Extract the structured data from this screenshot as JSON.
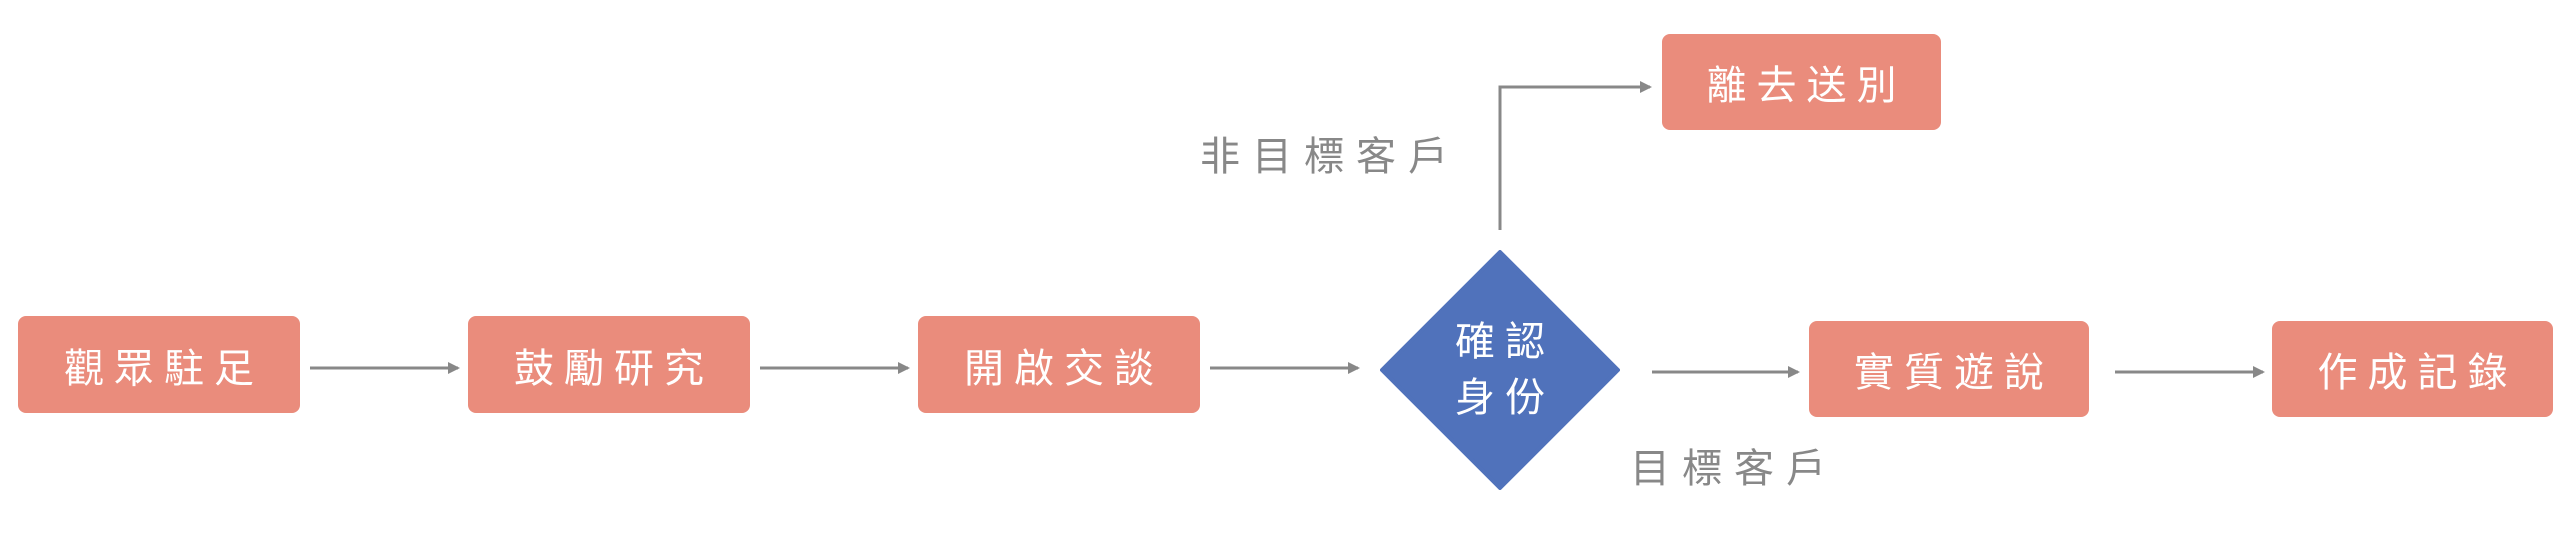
{
  "nodes": {
    "observe": "觀眾駐足",
    "encourage": "鼓勵研究",
    "start_talk": "開啟交談",
    "confirm_line1": "確認",
    "confirm_line2": "身份",
    "farewell": "離去送別",
    "pitch": "實質遊說",
    "record": "作成記錄"
  },
  "edges": {
    "non_target": "非目標客戶",
    "target": "目標客戶"
  },
  "colors": {
    "box": "#ea8c7c",
    "diamond": "#5072bb",
    "arrow": "#888888"
  }
}
